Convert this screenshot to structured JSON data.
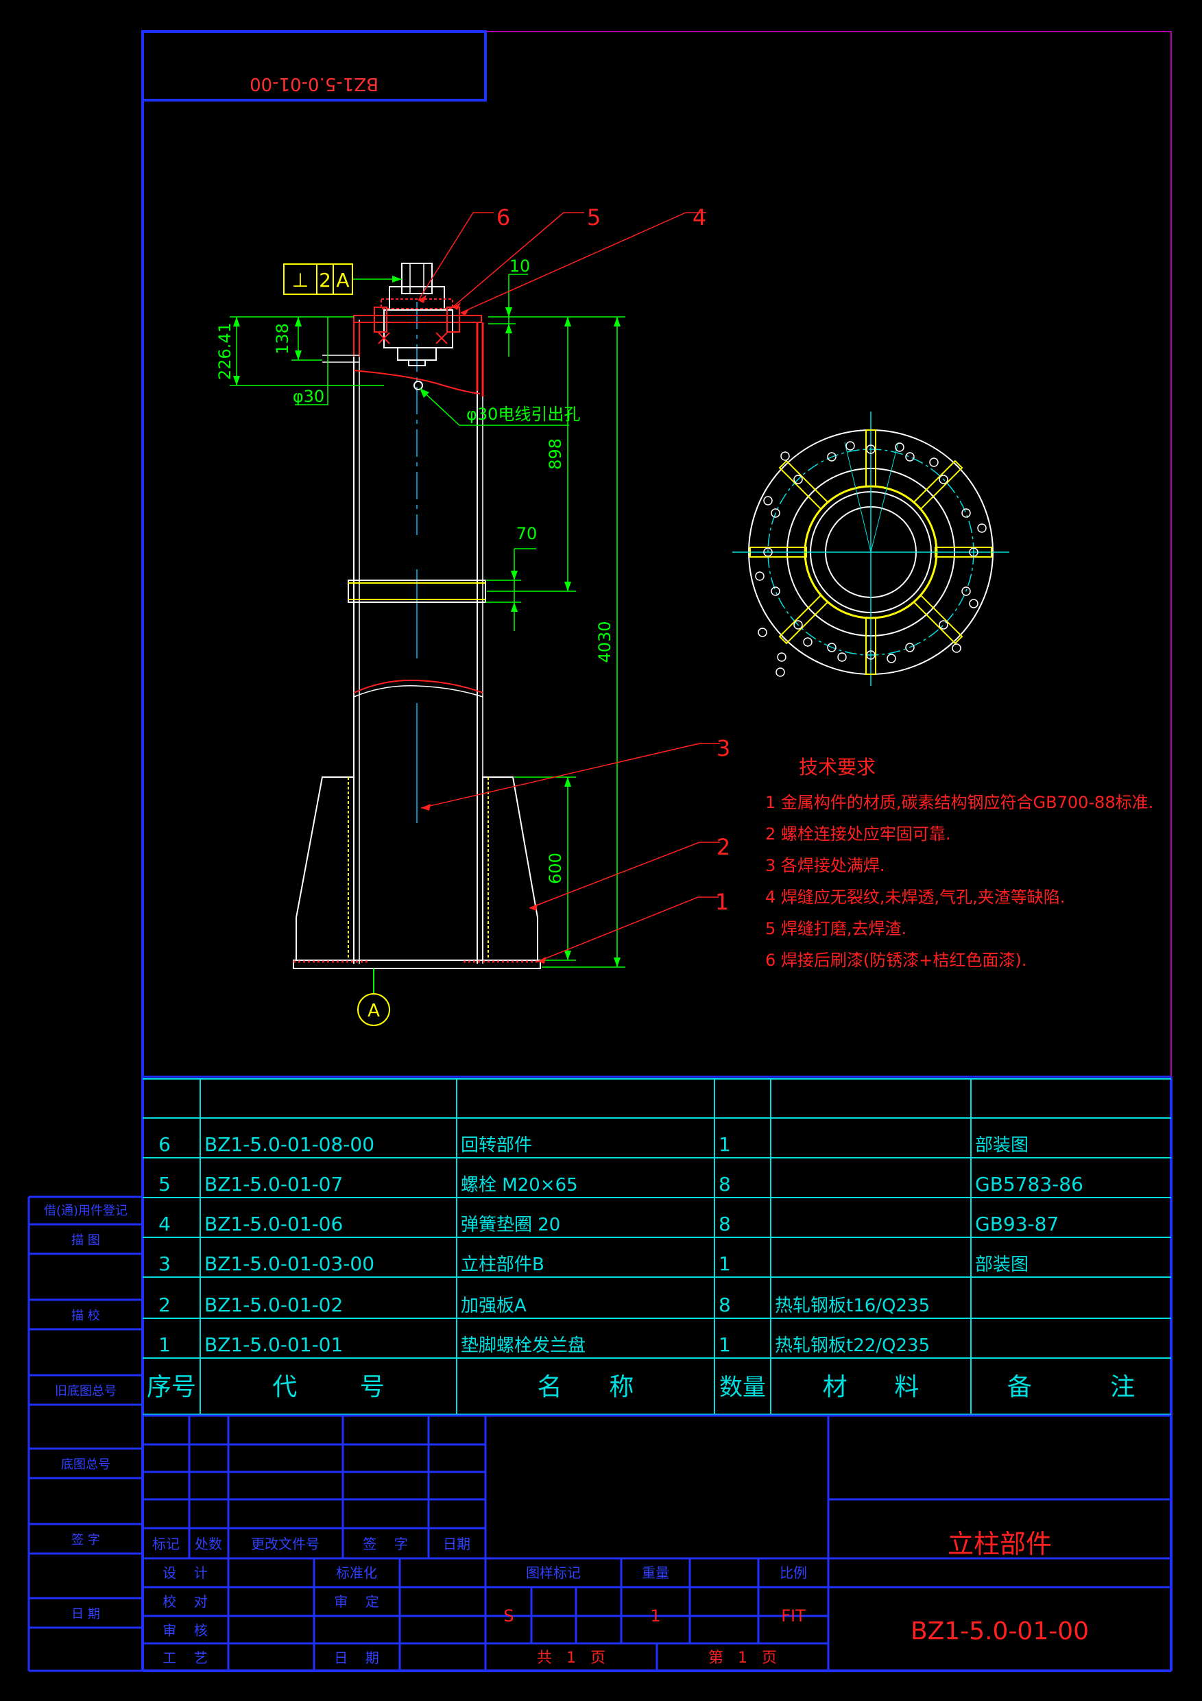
{
  "stamp_code": "BZ1-5.0-01-00",
  "balloons": {
    "b1": "1",
    "b2": "2",
    "b3": "3",
    "b4": "4",
    "b5": "5",
    "b6": "6"
  },
  "datum_label": "A",
  "tolerance": {
    "symbol": "⊥",
    "value": "2",
    "datum": "A"
  },
  "dimensions": {
    "d10": "10",
    "d226": "226.41",
    "d138": "138",
    "d30": "φ30",
    "cable_hole": "φ30电线引出孔",
    "d898": "898",
    "d70": "70",
    "d4030": "4030",
    "d600": "600"
  },
  "tech_requirements": {
    "title": "技术要求",
    "items": [
      "1  金属构件的材质,碳素结构钢应符合GB700-88标准.",
      "2  螺栓连接处应牢固可靠.",
      "3  各焊接处满焊.",
      "4  焊缝应无裂纹,未焊透,气孔,夹渣等缺陷.",
      "5  焊缝打磨,去焊渣.",
      "6  焊接后刷漆(防锈漆+桔红色面漆)."
    ]
  },
  "bom": {
    "rows": [
      {
        "no": "6",
        "code": "BZ1-5.0-01-08-00",
        "name": "回转部件",
        "qty": "1",
        "material": "",
        "remark": "部装图"
      },
      {
        "no": "5",
        "code": "BZ1-5.0-01-07",
        "name": "螺栓 M20×65",
        "qty": "8",
        "material": "",
        "remark": "GB5783-86"
      },
      {
        "no": "4",
        "code": "BZ1-5.0-01-06",
        "name": "弹簧垫圈 20",
        "qty": "8",
        "material": "",
        "remark": "GB93-87"
      },
      {
        "no": "3",
        "code": "BZ1-5.0-01-03-00",
        "name": "立柱部件B",
        "qty": "1",
        "material": "",
        "remark": "部装图"
      },
      {
        "no": "2",
        "code": "BZ1-5.0-01-02",
        "name": "加强板A",
        "qty": "8",
        "material": "热轧钢板t16/Q235",
        "remark": ""
      },
      {
        "no": "1",
        "code": "BZ1-5.0-01-01",
        "name": "垫脚螺栓发兰盘",
        "qty": "1",
        "material": "热轧钢板t22/Q235",
        "remark": ""
      }
    ],
    "headers": {
      "no": "序号",
      "code": "代        号",
      "name": "名      称",
      "qty": "数量",
      "material": "材      料",
      "remark": "备          注"
    }
  },
  "side_column": [
    "借(通)用件登记",
    "描    图",
    "描    校",
    "旧底图总号",
    "底图总号",
    "签    字",
    "日    期"
  ],
  "title_block": {
    "revision_headers": [
      "标记",
      "处数",
      "更改文件号",
      "签    字",
      "日期"
    ],
    "sign_rows": [
      [
        "设    计",
        "标准化"
      ],
      [
        "校    对",
        "审    定"
      ],
      [
        "审    核",
        ""
      ],
      [
        "工    艺",
        "日    期"
      ]
    ],
    "stage_headers": [
      "图样标记",
      "重量",
      "比例"
    ],
    "stage_mark": "S",
    "weight": "1",
    "scale": "FIT",
    "sheets_total": "共   1   页",
    "sheet_no": "第   1   页",
    "part_name": "立柱部件",
    "drawing_no": "BZ1-5.0-01-00"
  }
}
